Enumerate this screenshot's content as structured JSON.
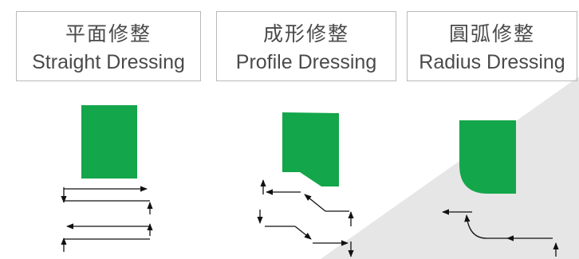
{
  "panels": [
    {
      "zh": "平面修整",
      "en": "Straight Dressing"
    },
    {
      "zh": "成形修整",
      "en": "Profile Dressing"
    },
    {
      "zh": "圓弧修整",
      "en": "Radius Dressing"
    }
  ],
  "colors": {
    "wheel": "#13a64a",
    "path": "#111111",
    "border": "#b9b9b9",
    "text": "#4a4a4a",
    "background_shade": "#e6e6e6"
  }
}
